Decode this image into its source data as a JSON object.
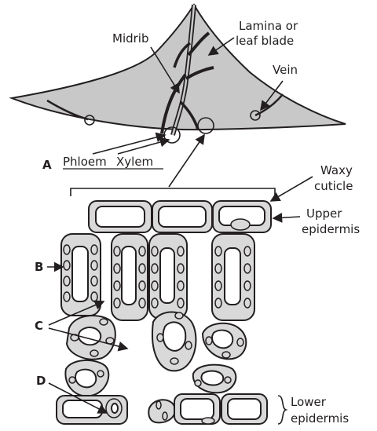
{
  "labels": {
    "midrib": "Midrib",
    "lamina_line1": "Lamina or",
    "lamina_line2": "leaf blade",
    "vein": "Vein",
    "a": "A",
    "phloem": "Phloem",
    "xylem": "Xylem",
    "waxy_line1": "Waxy",
    "waxy_line2": "cuticle",
    "upper_line1": "Upper",
    "upper_line2": "epidermis",
    "b": "B",
    "c": "C",
    "d": "D",
    "lower_line1": "Lower",
    "lower_line2": "epidermis"
  },
  "colors": {
    "leaf_fill": "#c8c8c8",
    "cell_fill": "#d9d9d9",
    "outline": "#231f20"
  }
}
